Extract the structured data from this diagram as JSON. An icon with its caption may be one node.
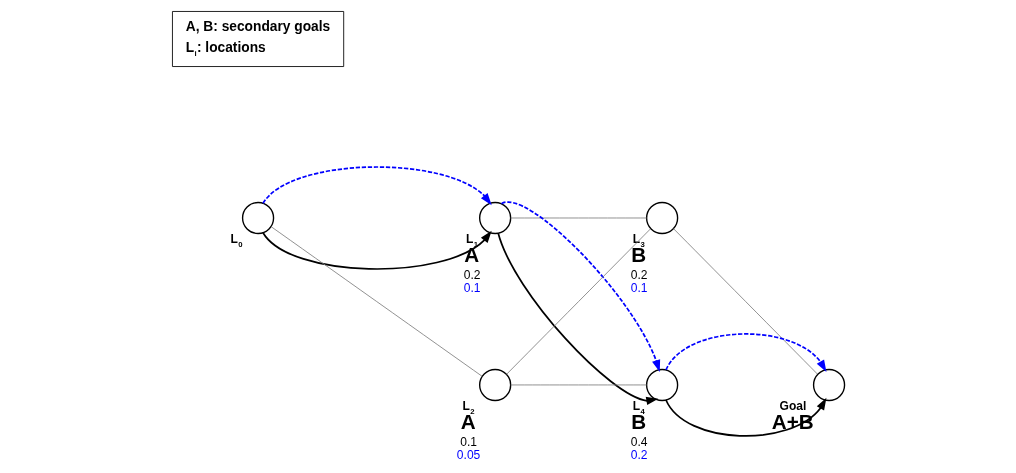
{
  "diagram": {
    "nodes": [
      {
        "text": [],
        "shape": "circle",
        "beside": [
          "L$_{0}$"
        ]
      },
      {
        "text": [],
        "shape": "circle",
        "beside": [
          "L$_{1}$",
          "A",
          "0.2",
          "0.1"
        ]
      },
      {
        "text": [],
        "shape": "circle",
        "beside": [
          "L$_{2}$",
          "A",
          "0.1",
          "0.05"
        ]
      },
      {
        "text": [],
        "shape": "circle",
        "beside": [
          "L$_{3}$",
          "B",
          "0.2",
          "0.1"
        ]
      },
      {
        "text": [],
        "shape": "circle",
        "beside": [
          "L$_{4}$",
          "B",
          "0.4",
          "0.2"
        ]
      },
      {
        "text": [],
        "shape": "circle",
        "beside": [
          "Goal",
          "A+B"
        ]
      },
      {
        "text": [
          "A, B: secondary goals",
          "L$_{i}$: locations"
        ]
      }
    ],
    "edges": [
      {
        "from": 0,
        "to": 1,
        "arrow": "to",
        "color": "#000000"
      },
      {
        "from": 0,
        "to": 1,
        "arrow": "to",
        "style": "dashed",
        "color": "#0000ff"
      },
      {
        "from": 0,
        "to": 2,
        "arrow": "none"
      },
      {
        "from": 1,
        "to": 3,
        "arrow": "none"
      },
      {
        "from": 1,
        "to": 4,
        "arrow": "to",
        "color": "#000000"
      },
      {
        "from": 1,
        "to": 4,
        "arrow": "to",
        "style": "dashed",
        "color": "#0000ff"
      },
      {
        "from": 2,
        "to": 3,
        "arrow": "none"
      },
      {
        "from": 2,
        "to": 4,
        "arrow": "none"
      },
      {
        "from": 3,
        "to": 5,
        "arrow": "none"
      },
      {
        "from": 4,
        "to": 5,
        "arrow": "to",
        "color": "#000000"
      },
      {
        "from": 4,
        "to": 5,
        "arrow": "to",
        "style": "dashed",
        "color": "#0000ff"
      }
    ]
  }
}
